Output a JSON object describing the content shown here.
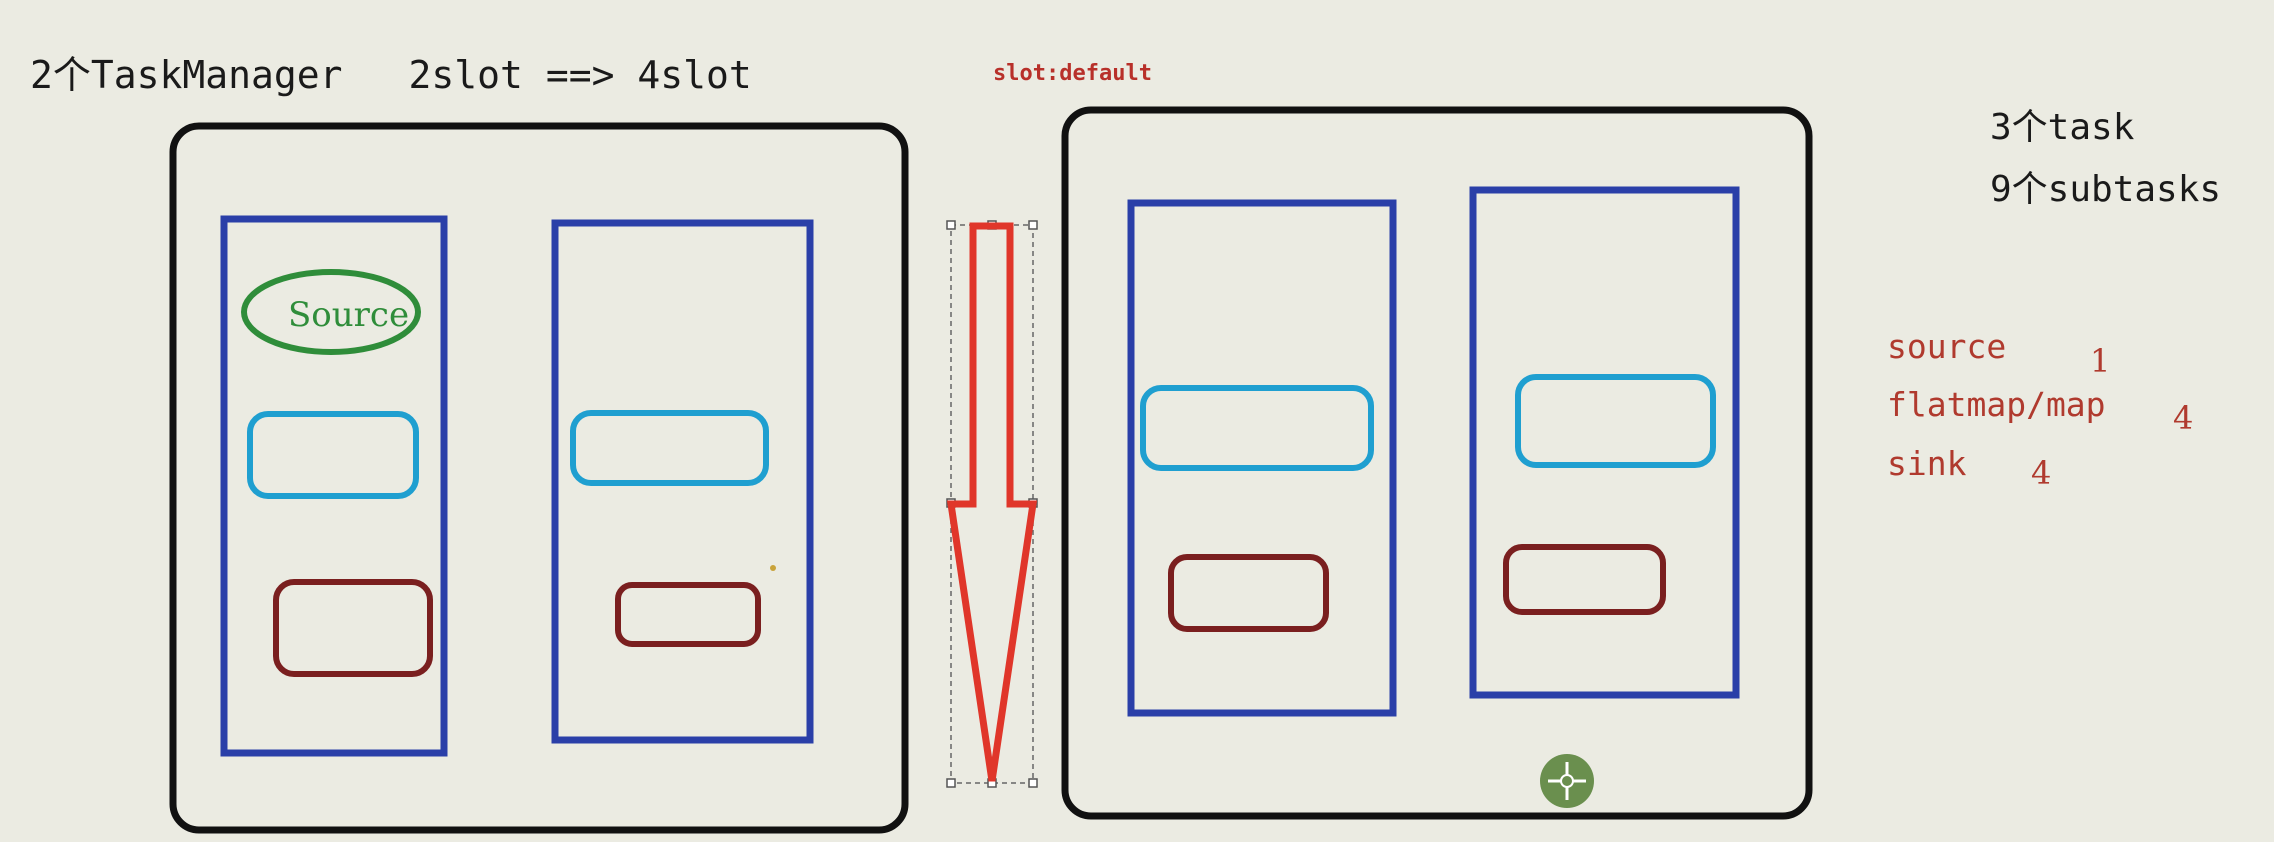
{
  "title": {
    "part1": "2个TaskManager",
    "part2": "2slot ==> 4slot"
  },
  "slot_label": "slot:default",
  "stats": {
    "tasks": "3个task",
    "subtasks": "9个subtasks"
  },
  "legend": [
    {
      "name": "source",
      "count": "1"
    },
    {
      "name": "flatmap/map",
      "count": "4"
    },
    {
      "name": "sink",
      "count": "4"
    }
  ],
  "source_node_label": "Source",
  "colors": {
    "taskmanager_border": "#111111",
    "slot_border": "#2a3fa8",
    "source": "#2f8d3a",
    "flatmap": "#1f9fd0",
    "sink": "#7a1f1f",
    "arrow": "#e0362a",
    "annotation": "#b03a2e"
  }
}
